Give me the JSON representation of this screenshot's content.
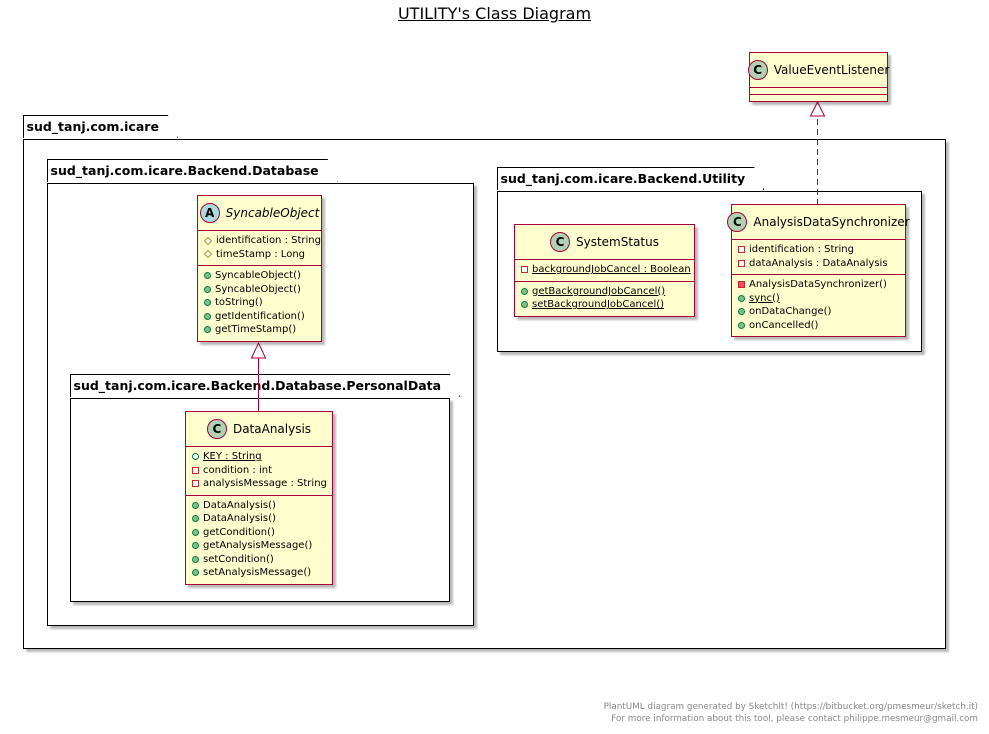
{
  "title": "UTILITY's Class Diagram",
  "colors": {
    "class_fill": "#fefece",
    "class_border": "#a80036",
    "relation": "#a80036"
  },
  "packages": {
    "root": "sud_tanj.com.icare",
    "database": "sud_tanj.com.icare.Backend.Database",
    "personal": "sud_tanj.com.icare.Backend.Database.PersonalData",
    "utility": "sud_tanj.com.icare.Backend.Utility"
  },
  "classes": {
    "value_event_listener": {
      "stereotype": "C",
      "name": "ValueEventListener"
    },
    "syncable_object": {
      "stereotype": "A",
      "name": "SyncableObject",
      "fields": [
        {
          "vis": "protected",
          "text": "identification : String"
        },
        {
          "vis": "protected",
          "text": "timeStamp : Long"
        }
      ],
      "methods": [
        {
          "vis": "public",
          "text": "SyncableObject()"
        },
        {
          "vis": "public",
          "text": "SyncableObject()"
        },
        {
          "vis": "public",
          "text": "toString()"
        },
        {
          "vis": "public",
          "text": "getIdentification()"
        },
        {
          "vis": "public",
          "text": "getTimeStamp()"
        }
      ]
    },
    "data_analysis": {
      "stereotype": "C",
      "name": "DataAnalysis",
      "fields": [
        {
          "vis": "public-open",
          "text": "KEY : String",
          "static": true
        },
        {
          "vis": "private-open",
          "text": "condition : int"
        },
        {
          "vis": "private-open",
          "text": "analysisMessage : String"
        }
      ],
      "methods": [
        {
          "vis": "public",
          "text": "DataAnalysis()"
        },
        {
          "vis": "public",
          "text": "DataAnalysis()"
        },
        {
          "vis": "public",
          "text": "getCondition()"
        },
        {
          "vis": "public",
          "text": "getAnalysisMessage()"
        },
        {
          "vis": "public",
          "text": "setCondition()"
        },
        {
          "vis": "public",
          "text": "setAnalysisMessage()"
        }
      ]
    },
    "system_status": {
      "stereotype": "C",
      "name": "SystemStatus",
      "fields": [
        {
          "vis": "private-open",
          "text": "backgroundJobCancel : Boolean",
          "static": true
        }
      ],
      "methods": [
        {
          "vis": "public",
          "text": "getBackgroundJobCancel()",
          "static": true
        },
        {
          "vis": "public",
          "text": "setBackgroundJobCancel()",
          "static": true
        }
      ]
    },
    "analysis_sync": {
      "stereotype": "C",
      "name": "AnalysisDataSynchronizer",
      "fields": [
        {
          "vis": "private-open",
          "text": "identification : String"
        },
        {
          "vis": "private-open",
          "text": "dataAnalysis : DataAnalysis"
        }
      ],
      "methods": [
        {
          "vis": "private",
          "text": "AnalysisDataSynchronizer()"
        },
        {
          "vis": "public",
          "text": "sync()",
          "static": true
        },
        {
          "vis": "public",
          "text": "onDataChange()"
        },
        {
          "vis": "public",
          "text": "onCancelled()"
        }
      ]
    }
  },
  "footer": {
    "line1": "PlantUML diagram generated by SketchIt! (https://bitbucket.org/pmesmeur/sketch.it)",
    "line2": "For more information about this tool, please contact philippe.mesmeur@gmail.com"
  }
}
